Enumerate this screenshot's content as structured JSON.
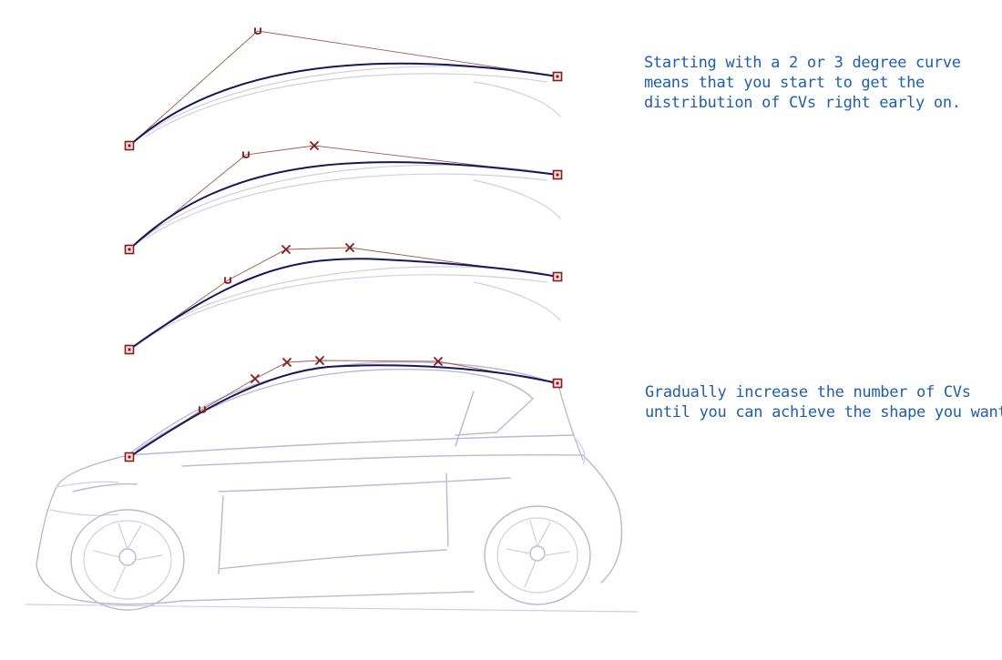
{
  "notes": [
    {
      "lines": [
        "Starting with a 2 or 3 degree curve",
        "means that you start to get the",
        "distribution of CVs right early on."
      ]
    },
    {
      "lines": [
        "Gradually increase the number of CVs",
        "until you can achieve the shape you want"
      ]
    }
  ],
  "colors": {
    "annotation_text": "#1f5fa8",
    "curve": "#14185a",
    "control_vertex": "#8b1a1a",
    "sketch": "#b9b9d4"
  },
  "curves": [
    {
      "control_vertices": 3
    },
    {
      "control_vertices": 4
    },
    {
      "control_vertices": 5
    },
    {
      "control_vertices": 7
    }
  ]
}
